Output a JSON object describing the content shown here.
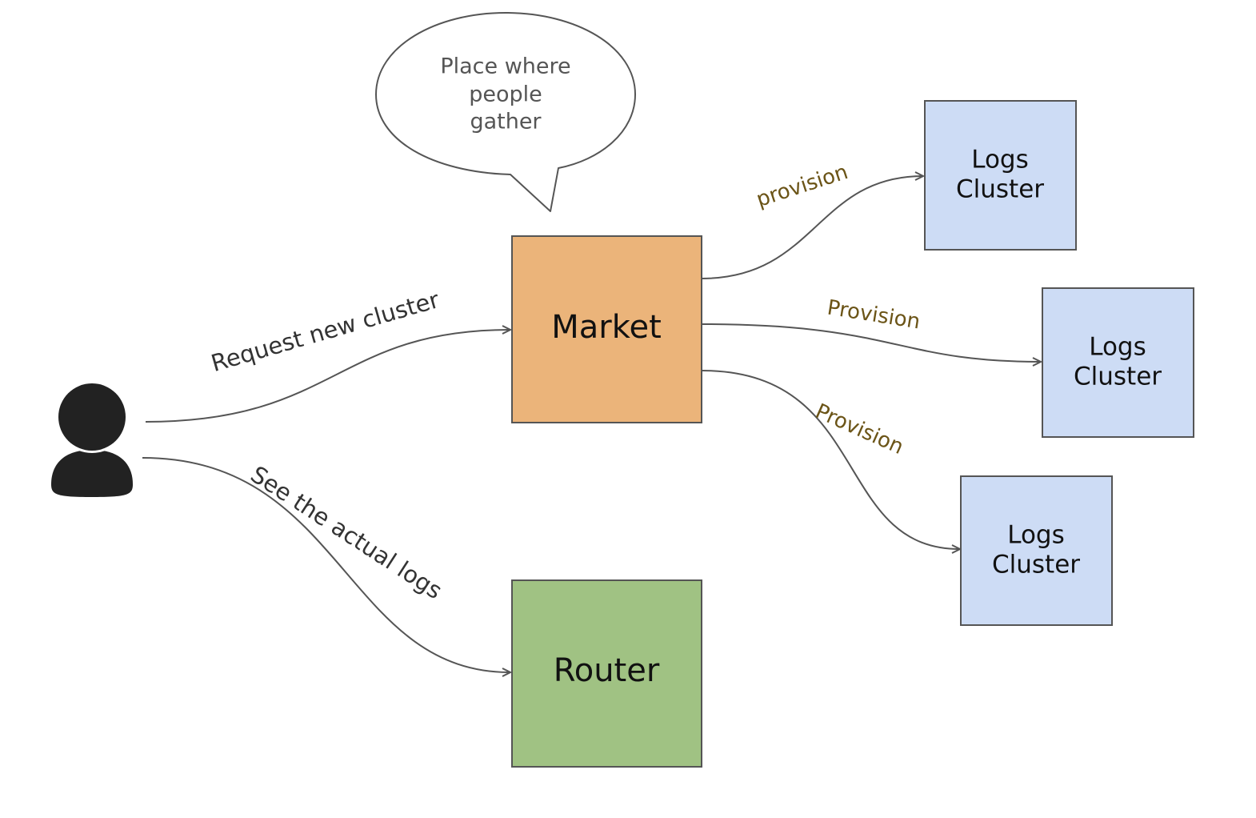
{
  "diagram": {
    "nodes": {
      "user": {
        "icon": "user-icon",
        "color": "#222222"
      },
      "market": {
        "label": "Market",
        "fill": "#ebb47a"
      },
      "router": {
        "label": "Router",
        "fill": "#a0c283"
      },
      "logs_cluster_1": {
        "line1": "Logs",
        "line2": "Cluster",
        "fill": "#cddcf5"
      },
      "logs_cluster_2": {
        "line1": "Logs",
        "line2": "Cluster",
        "fill": "#cddcf5"
      },
      "logs_cluster_3": {
        "line1": "Logs",
        "line2": "Cluster",
        "fill": "#cddcf5"
      }
    },
    "bubble": {
      "line1": "Place where",
      "line2": "people",
      "line3": "gather"
    },
    "edges": {
      "user_to_market": {
        "label": "Request new cluster",
        "color": "#333333"
      },
      "user_to_router": {
        "label": "See the actual logs",
        "color": "#333333"
      },
      "market_to_logs_1": {
        "label": "provision",
        "color": "#6b5417"
      },
      "market_to_logs_2": {
        "label": "Provision",
        "color": "#6b5417"
      },
      "market_to_logs_3": {
        "label": "Provision",
        "color": "#6b5417"
      }
    },
    "stroke_color": "#555555",
    "box_border": "#555555"
  }
}
